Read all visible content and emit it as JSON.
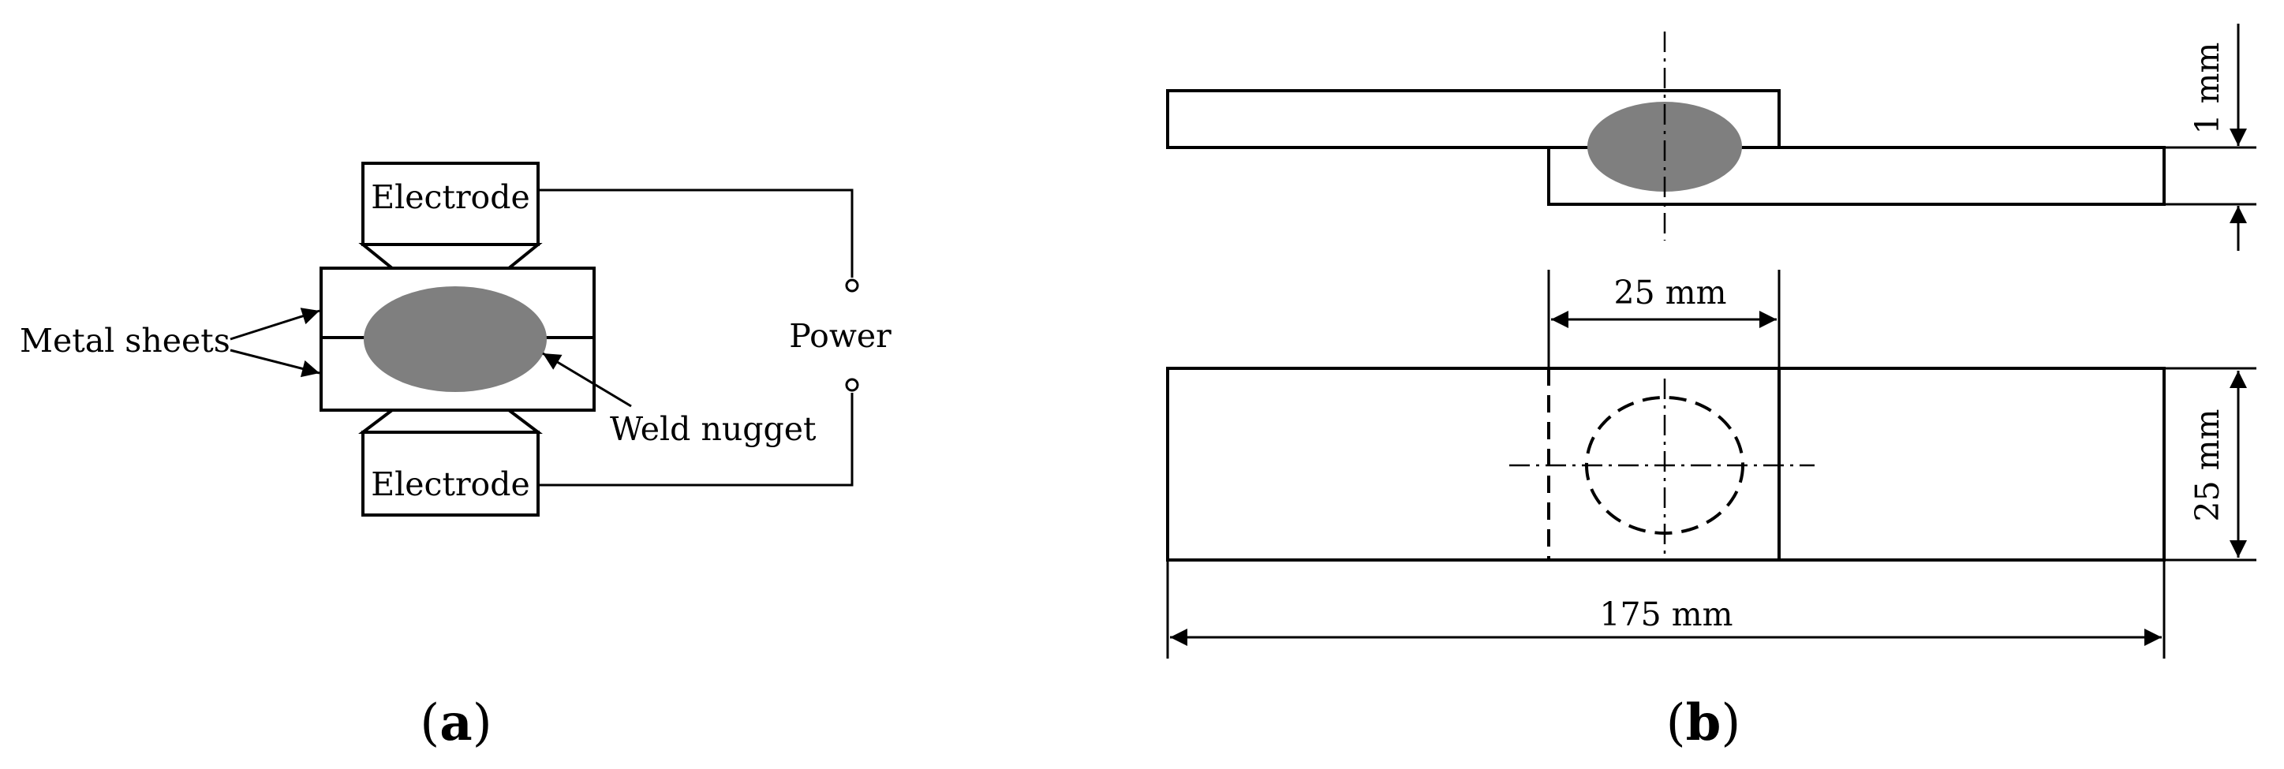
{
  "panel_a": {
    "electrode_top": "Electrode",
    "electrode_bottom": "Electrode",
    "metal_sheets": "Metal sheets",
    "power": "Power",
    "weld_nugget": "Weld nugget",
    "caption_open": "(",
    "caption_letter": "a",
    "caption_close": ")"
  },
  "panel_b": {
    "thickness_dim": "1 mm",
    "overlap_dim": "25 mm",
    "width_dim": "25 mm",
    "length_dim": "175 mm",
    "caption_open": "(",
    "caption_letter": "b",
    "caption_close": ")"
  },
  "colors": {
    "nugget": "#7f7f7f",
    "line": "#000000"
  }
}
